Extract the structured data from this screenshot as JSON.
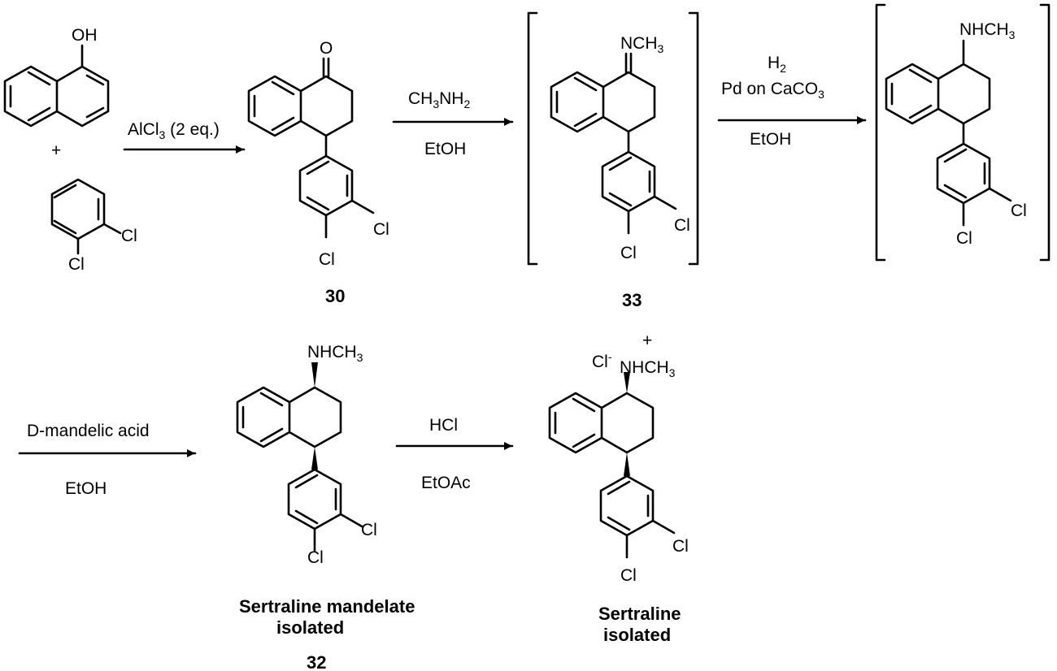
{
  "scheme": {
    "reactant_1": {
      "oh": "OH"
    },
    "plus": "+",
    "reactant_2": {
      "cl_1": "Cl",
      "cl_2": "Cl"
    },
    "step_1": {
      "reagent": "AlCl3 (2 eq.)"
    },
    "compound_30": {
      "oxygen": "O",
      "cl_1": "Cl",
      "cl_2": "Cl",
      "label": "30"
    },
    "step_2": {
      "reagent": "CH3NH2",
      "solvent": "EtOH"
    },
    "compound_33": {
      "imine": "NCH3",
      "cl_1": "Cl",
      "cl_2": "Cl",
      "label": "33"
    },
    "step_3": {
      "reagent_1": "H2",
      "reagent_2": "Pd on CaCO3",
      "solvent": "EtOH"
    },
    "amine_intermediate": {
      "amine": "NHCH3",
      "cl_1": "Cl",
      "cl_2": "Cl"
    },
    "step_4": {
      "reagent": "D-mandelic acid",
      "solvent": "EtOH"
    },
    "compound_32": {
      "amine": "NHCH3",
      "cl_1": "Cl",
      "cl_2": "Cl",
      "label_line1": "Sertraline mandelate",
      "label_line2": "isolated",
      "number": "32"
    },
    "step_5": {
      "reagent": "HCl",
      "solvent": "EtOAc"
    },
    "sertraline_hcl": {
      "charge": "+",
      "counterion": "Cl",
      "amine": "NHCH3",
      "cl_1": "Cl",
      "cl_2": "Cl",
      "label_line1": "Sertraline",
      "label_line2": "isolated"
    }
  }
}
